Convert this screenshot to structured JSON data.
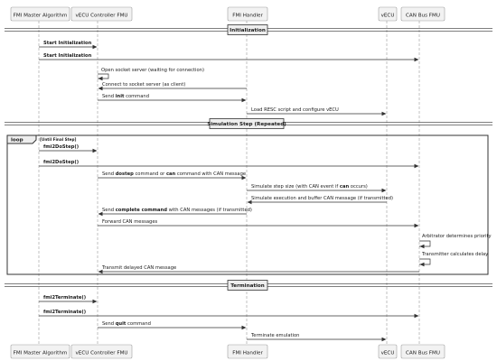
{
  "participants": [
    {
      "id": "master",
      "label": "FMI Master Algorithm"
    },
    {
      "id": "vecu_fmu",
      "label": "vECU Controller FMU"
    },
    {
      "id": "handler",
      "label": "FMI Handler"
    },
    {
      "id": "vecu",
      "label": "vECU"
    },
    {
      "id": "canbus",
      "label": "CAN Bus FMU"
    }
  ],
  "sections": {
    "init": "Initialization",
    "sim": "Simulation Step (Repeated)",
    "term": "Termination"
  },
  "loop": {
    "keyword": "loop",
    "guard": "[Until Final Step]"
  },
  "messages": [
    {
      "id": "m1",
      "from": "master",
      "to": "vecu_fmu",
      "parts": [
        {
          "t": "Start Initialization",
          "b": true
        }
      ]
    },
    {
      "id": "m2",
      "from": "master",
      "to": "canbus",
      "parts": [
        {
          "t": "Start Initialization",
          "b": true
        }
      ]
    },
    {
      "id": "m3",
      "from": "vecu_fmu",
      "to": "vecu_fmu",
      "self": true,
      "parts": [
        {
          "t": "Open socket server (waiting for connection)"
        }
      ]
    },
    {
      "id": "m4",
      "from": "handler",
      "to": "vecu_fmu",
      "parts": [
        {
          "t": "Connect to socket server (as client)"
        }
      ]
    },
    {
      "id": "m5",
      "from": "vecu_fmu",
      "to": "handler",
      "parts": [
        {
          "t": "Send "
        },
        {
          "t": "init",
          "b": true
        },
        {
          "t": " command"
        }
      ]
    },
    {
      "id": "m6",
      "from": "handler",
      "to": "vecu",
      "parts": [
        {
          "t": "Load RESC script and configure vECU"
        }
      ]
    },
    {
      "id": "m7",
      "from": "master",
      "to": "vecu_fmu",
      "parts": [
        {
          "t": "fmi2DoStep()",
          "b": true
        }
      ]
    },
    {
      "id": "m8",
      "from": "master",
      "to": "canbus",
      "parts": [
        {
          "t": "fmi2DoStep()",
          "b": true
        }
      ]
    },
    {
      "id": "m9",
      "from": "vecu_fmu",
      "to": "handler",
      "parts": [
        {
          "t": "Send "
        },
        {
          "t": "dostep",
          "b": true
        },
        {
          "t": " command or "
        },
        {
          "t": "can",
          "b": true
        },
        {
          "t": " command with CAN message"
        }
      ]
    },
    {
      "id": "m10",
      "from": "handler",
      "to": "vecu",
      "parts": [
        {
          "t": "Simulate step size (with CAN event if "
        },
        {
          "t": "can",
          "b": true
        },
        {
          "t": " occurs)"
        }
      ]
    },
    {
      "id": "m11",
      "from": "vecu",
      "to": "handler",
      "parts": [
        {
          "t": "Simulate execution and buffer CAN message (if transmitted)"
        }
      ]
    },
    {
      "id": "m12",
      "from": "handler",
      "to": "vecu_fmu",
      "parts": [
        {
          "t": "Send "
        },
        {
          "t": "complete command",
          "b": true
        },
        {
          "t": " with CAN messages (if transmitted)"
        }
      ]
    },
    {
      "id": "m13",
      "from": "vecu_fmu",
      "to": "canbus",
      "parts": [
        {
          "t": "Forward CAN messages"
        }
      ]
    },
    {
      "id": "m14",
      "from": "canbus",
      "to": "canbus",
      "self": true,
      "parts": [
        {
          "t": "Arbitrator determines priority"
        }
      ]
    },
    {
      "id": "m15",
      "from": "canbus",
      "to": "canbus",
      "self": true,
      "parts": [
        {
          "t": "Transmitter calculates delay"
        }
      ]
    },
    {
      "id": "m16",
      "from": "canbus",
      "to": "vecu_fmu",
      "parts": [
        {
          "t": "Transmit delayed CAN message"
        }
      ]
    },
    {
      "id": "m17",
      "from": "master",
      "to": "vecu_fmu",
      "parts": [
        {
          "t": "fmi2Terminate()",
          "b": true
        }
      ]
    },
    {
      "id": "m18",
      "from": "master",
      "to": "canbus",
      "parts": [
        {
          "t": "fmi2Terminate()",
          "b": true
        }
      ]
    },
    {
      "id": "m19",
      "from": "vecu_fmu",
      "to": "handler",
      "parts": [
        {
          "t": "Send "
        },
        {
          "t": "quit",
          "b": true
        },
        {
          "t": " command"
        }
      ]
    },
    {
      "id": "m20",
      "from": "handler",
      "to": "vecu",
      "parts": [
        {
          "t": "Terminate emulation"
        }
      ]
    }
  ],
  "colors": {
    "line": "#333333",
    "lifeline": "#999999",
    "box_fill": "#f2f2f2",
    "box_stroke": "#a0a0a0",
    "text": "#1a1a1a"
  }
}
